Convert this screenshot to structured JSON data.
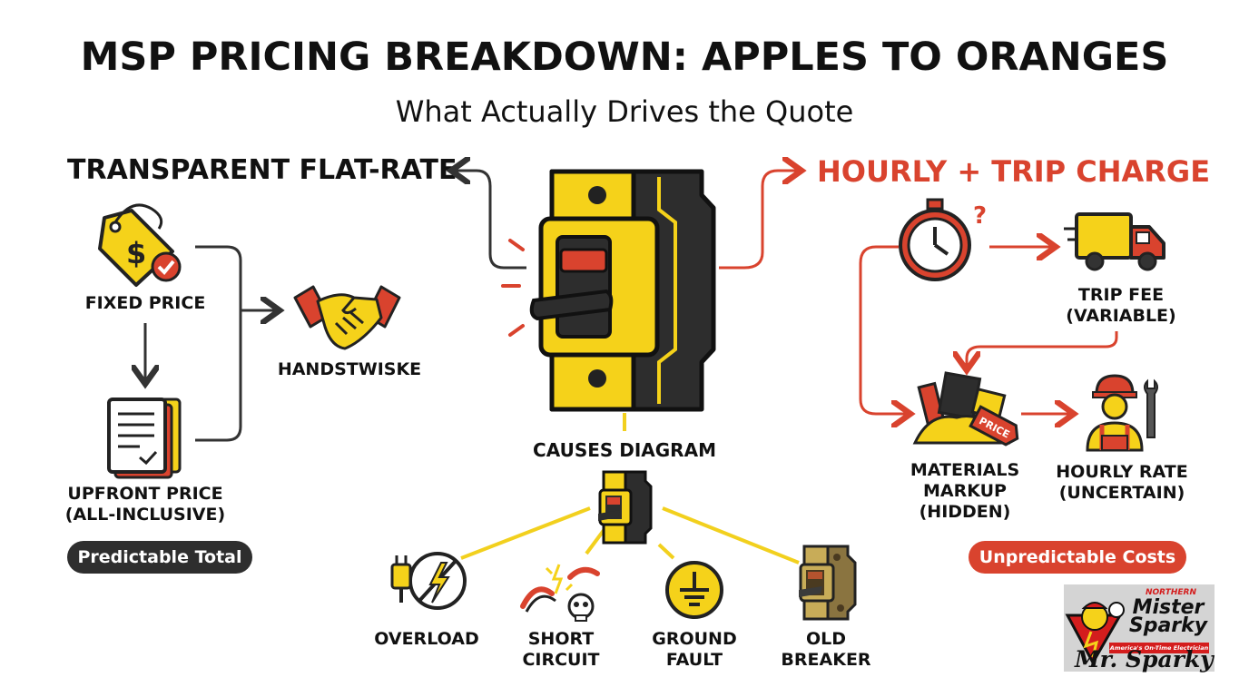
{
  "title": "MSP PRICING BREAKDOWN: APPLES TO ORANGES",
  "subtitle": "What Actually Drives the Quote",
  "left": {
    "heading": "TRANSPARENT FLAT-RATE",
    "fixed_price": "FIXED PRICE",
    "upfront_line1": "UPFRONT PRICE",
    "upfront_line2": "(ALL-INCLUSIVE)",
    "handshake": "HANDSTWISKE",
    "pill": "Predictable Total"
  },
  "center": {
    "causes_title": "CAUSES DIAGRAM",
    "causes": [
      {
        "line1": "OVERLOAD",
        "line2": ""
      },
      {
        "line1": "SHORT",
        "line2": "CIRCUIT"
      },
      {
        "line1": "GROUND",
        "line2": "FAULT"
      },
      {
        "line1": "OLD",
        "line2": "BREAKER"
      }
    ]
  },
  "right": {
    "heading": "HOURLY + TRIP CHARGE",
    "trip_line1": "TRIP FEE",
    "trip_line2": "(VARIABLE)",
    "materials_line1": "MATERIALS",
    "materials_line2": "MARKUP",
    "materials_line3": "(HIDDEN)",
    "price_tag": "PRICE",
    "hourly_line1": "HOURLY RATE",
    "hourly_line2": "(UNCERTAIN)",
    "pill": "Unpredictable Costs"
  },
  "logo": {
    "small": "NORTHERN",
    "main_line1": "Mister",
    "main_line2": "Sparky",
    "tagline": "America's On-Time Electrician",
    "signature": "Mr. Sparky"
  },
  "colors": {
    "accent_red": "#d9432e",
    "accent_yellow": "#f5d21a",
    "dark": "#2e2e2e"
  },
  "icons": [
    "price-tag-icon",
    "document-icon",
    "handshake-icon",
    "circuit-breaker-icon",
    "stopwatch-icon",
    "truck-icon",
    "materials-pile-icon",
    "worker-icon",
    "plug-icon",
    "wires-icon",
    "ground-icon",
    "old-breaker-icon"
  ]
}
